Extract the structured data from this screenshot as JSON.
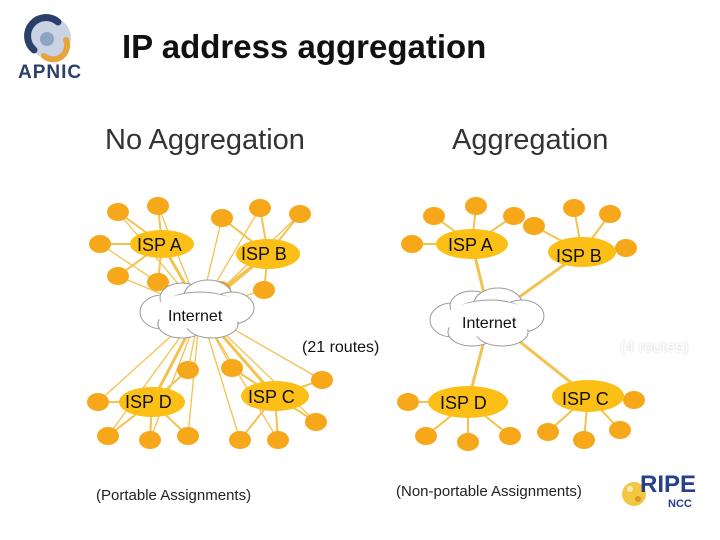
{
  "title": "IP address aggregation",
  "left": {
    "heading": "No Aggregation",
    "isp_a": "ISP A",
    "isp_b": "ISP B",
    "isp_c": "ISP C",
    "isp_d": "ISP D",
    "internet": "Internet",
    "routes": "(21 routes)",
    "caption": "(Portable Assignments)"
  },
  "right": {
    "heading": "Aggregation",
    "isp_a": "ISP A",
    "isp_b": "ISP B",
    "isp_c": "ISP C",
    "isp_d": "ISP D",
    "internet": "Internet",
    "routes": "(4 routes)",
    "caption": "(Non-portable Assignments)"
  },
  "logos": {
    "apnic": "APNIC",
    "ripe": "RIPE",
    "ncc": "NCC"
  },
  "colors": {
    "isp_fill": "#fbbf16",
    "node_fill": "#f6a81a",
    "link_color": "#f3c24f",
    "cloud_fill": "#ffffff",
    "accent_blue": "#2b3f6b"
  }
}
